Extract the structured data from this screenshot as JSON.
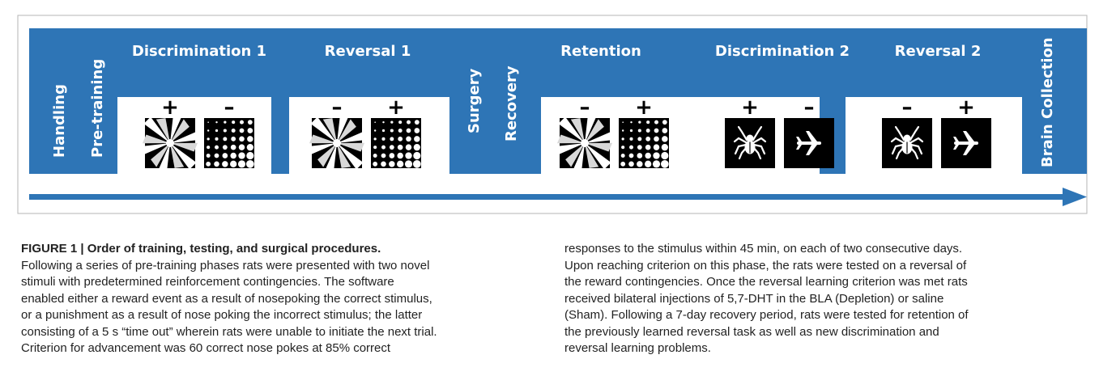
{
  "figure": {
    "colors": {
      "band": "#2e75b6",
      "arrow": "#2e75b6",
      "label": "#ffffff",
      "border": "#b5b5b5",
      "stimulus_bg": "#000000"
    },
    "columns": [
      {
        "id": "handling",
        "label": "Handling",
        "orientation": "vertical"
      },
      {
        "id": "pretraining",
        "label": "Pre-training",
        "orientation": "vertical"
      },
      {
        "id": "disc1",
        "label": "Discrimination 1",
        "orientation": "horizontal",
        "signs": [
          "+",
          "-"
        ],
        "stimuli": [
          "star-pattern-icon",
          "dot-grid-icon"
        ]
      },
      {
        "id": "rev1",
        "label": "Reversal 1",
        "orientation": "horizontal",
        "signs": [
          "-",
          "+"
        ],
        "stimuli": [
          "star-pattern-icon",
          "dot-grid-icon"
        ]
      },
      {
        "id": "surgery",
        "label": "Surgery",
        "orientation": "vertical"
      },
      {
        "id": "recovery",
        "label": "Recovery",
        "orientation": "vertical"
      },
      {
        "id": "retention",
        "label": "Retention",
        "orientation": "horizontal",
        "signs": [
          "-",
          "+"
        ],
        "stimuli": [
          "star-pattern-icon",
          "dot-grid-icon"
        ]
      },
      {
        "id": "disc2",
        "label": "Discrimination 2",
        "orientation": "horizontal",
        "signs": [
          "+",
          "-"
        ],
        "stimuli": [
          "spider-icon",
          "airplane-icon"
        ]
      },
      {
        "id": "rev2",
        "label": "Reversal 2",
        "orientation": "horizontal",
        "signs": [
          "-",
          "+"
        ],
        "stimuli": [
          "spider-icon",
          "airplane-icon"
        ]
      },
      {
        "id": "brain",
        "label": "Brain Collection",
        "orientation": "vertical"
      }
    ]
  },
  "caption": {
    "title": "FIGURE 1 | Order of training, testing, and surgical procedures.",
    "left_lines": [
      "Following a series of pre-training phases rats were presented with two novel",
      "stimuli with predetermined reinforcement contingencies. The software",
      "enabled either a reward event as a result of nosepoking the correct stimulus,",
      "or a punishment as a result of nose poking the incorrect stimulus; the latter",
      "consisting of a 5 s “time out” wherein rats were unable to initiate the next trial.",
      "Criterion for advancement was 60 correct nose pokes at 85% correct"
    ],
    "right_lines": [
      "responses to the stimulus within 45 min, on each of two consecutive days.",
      "Upon reaching criterion on this phase, the rats were tested on a reversal of",
      "the reward contingencies. Once the reversal learning criterion was met rats",
      "received bilateral injections of 5,7-DHT in the BLA (Depletion) or saline",
      "(Sham). Following a 7-day recovery period, rats were tested for retention of",
      "the previously learned reversal task as well as new discrimination and",
      "reversal learning problems."
    ]
  }
}
